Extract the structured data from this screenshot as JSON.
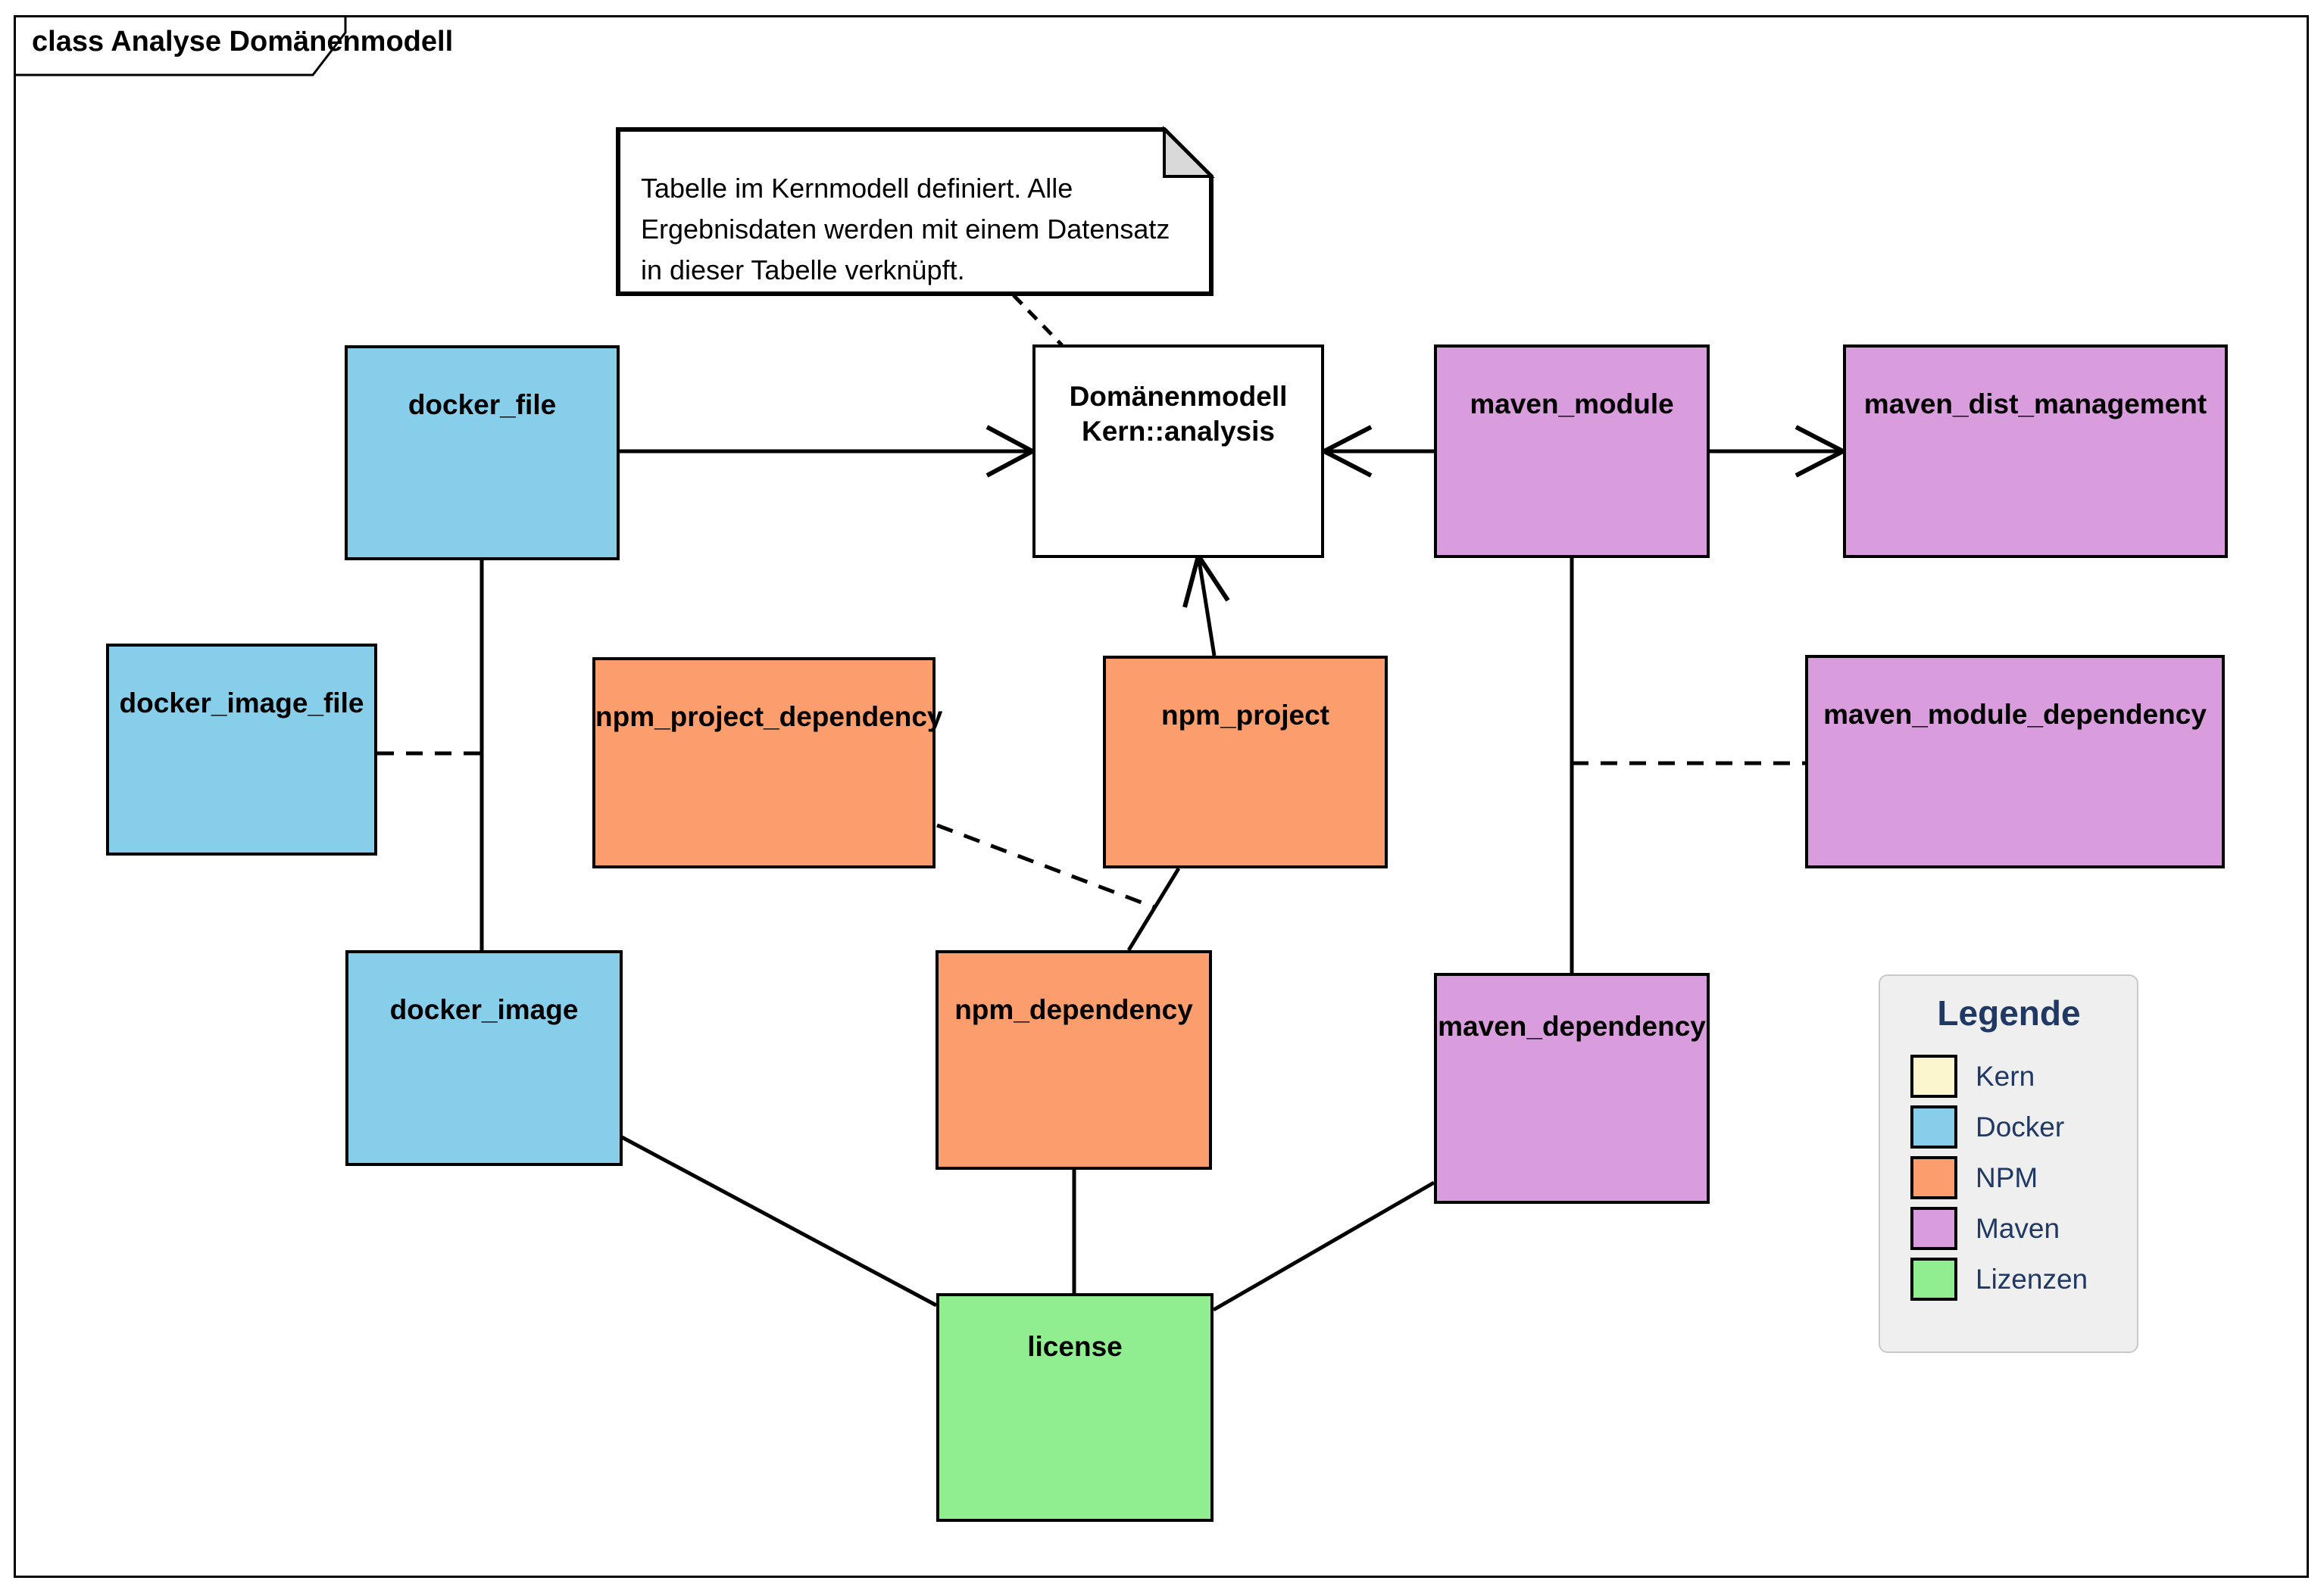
{
  "frame": {
    "title": "class Analyse Domänenmodell"
  },
  "note": {
    "text": "Tabelle im Kernmodell definiert. Alle Ergebnisdaten werden mit einem Datensatz in dieser Tabelle verknüpft."
  },
  "entities": {
    "docker_file": {
      "label": "docker_file",
      "color": "#87CEEB"
    },
    "docker_image_file": {
      "label": "docker_image_file",
      "color": "#87CEEB"
    },
    "docker_image": {
      "label": "docker_image",
      "color": "#87CEEB"
    },
    "domain_model": {
      "line1": "Domänenmodell",
      "line2": "Kern::analysis",
      "color": "#FFFFFF"
    },
    "npm_project_dependency": {
      "label": "npm_project_dependency",
      "color": "#FB9D6C"
    },
    "npm_project": {
      "label": "npm_project",
      "color": "#FB9D6C"
    },
    "npm_dependency": {
      "label": "npm_dependency",
      "color": "#FB9D6C"
    },
    "maven_module": {
      "label": "maven_module",
      "color": "#D99CDC"
    },
    "maven_dist_management": {
      "label": "maven_dist_management",
      "color": "#D99CDC"
    },
    "maven_module_dependency": {
      "label": "maven_module_dependency",
      "color": "#D99CDC"
    },
    "maven_dependency": {
      "label": "maven_dependency",
      "color": "#D99CDC"
    },
    "license": {
      "label": "license",
      "color": "#90EE90"
    }
  },
  "relationships": [
    {
      "from": "docker_file",
      "to": "domain_model",
      "style": "solid",
      "arrow": "open-into-target"
    },
    {
      "from": "maven_module",
      "to": "domain_model",
      "style": "solid",
      "arrow": "open-into-target"
    },
    {
      "from": "maven_module",
      "to": "maven_dist_management",
      "style": "solid",
      "arrow": "open-into-target"
    },
    {
      "from": "npm_project",
      "to": "domain_model",
      "style": "solid",
      "arrow": "open-into-target"
    },
    {
      "from": "docker_file",
      "to": "docker_image",
      "style": "solid",
      "arrow": "none"
    },
    {
      "from": "maven_module",
      "to": "maven_dependency",
      "style": "solid",
      "arrow": "none"
    },
    {
      "from": "npm_project",
      "to": "npm_dependency",
      "style": "solid",
      "arrow": "none"
    },
    {
      "from": "docker_image",
      "to": "license",
      "style": "solid",
      "arrow": "none"
    },
    {
      "from": "npm_dependency",
      "to": "license",
      "style": "solid",
      "arrow": "none"
    },
    {
      "from": "maven_dependency",
      "to": "license",
      "style": "solid",
      "arrow": "none"
    },
    {
      "from": "docker_image_file",
      "to": "docker_file--docker_image association",
      "style": "dashed"
    },
    {
      "from": "npm_project_dependency",
      "to": "npm_project--npm_dependency association",
      "style": "dashed"
    },
    {
      "from": "maven_module_dependency",
      "to": "maven_module--maven_dependency association",
      "style": "dashed"
    },
    {
      "from": "note",
      "to": "domain_model",
      "style": "dashed"
    }
  ],
  "legend": {
    "title": "Legende",
    "items": [
      {
        "label": "Kern",
        "color": "#FBF6CD"
      },
      {
        "label": "Docker",
        "color": "#87CEEB"
      },
      {
        "label": "NPM",
        "color": "#FB9D6C"
      },
      {
        "label": "Maven",
        "color": "#D99CDC"
      },
      {
        "label": "Lizenzen",
        "color": "#90EE90"
      }
    ]
  }
}
